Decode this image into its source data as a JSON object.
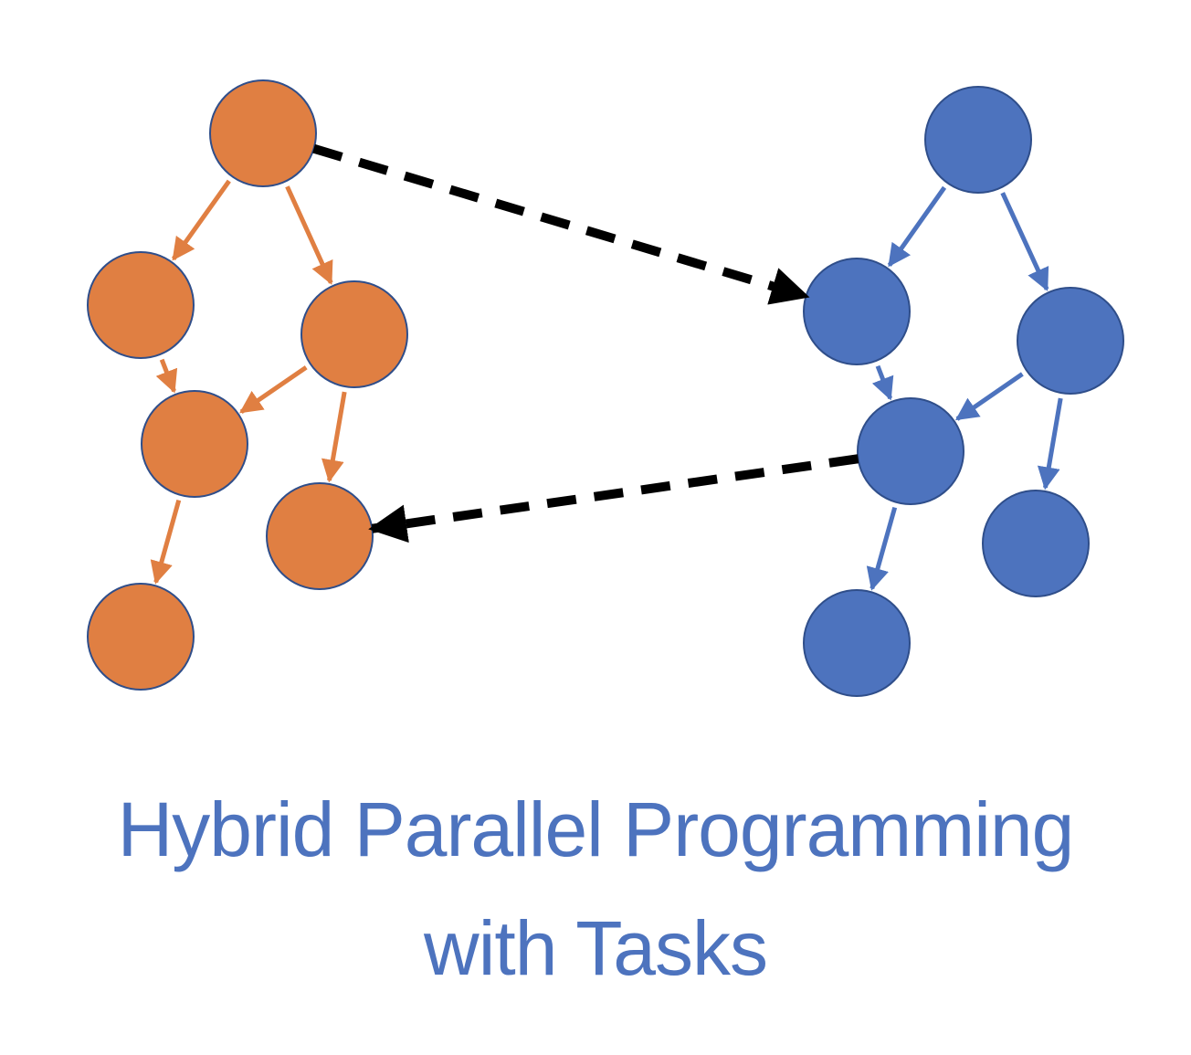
{
  "colors": {
    "orange_node": "#E07F42",
    "orange_edge": "#E07F42",
    "blue_node": "#4D73BE",
    "blue_edge": "#4D73BE",
    "node_stroke": "#2F4E8A",
    "dependency": "#000000",
    "title": "#4D73BE"
  },
  "title": {
    "line1": "Hybrid Parallel Programming",
    "line2": "with Tasks"
  },
  "graphs": [
    {
      "name": "orange-task-graph",
      "color_key": "orange",
      "nodes": [
        "root",
        "mid-left",
        "mid-right",
        "center",
        "lower-right",
        "bottom"
      ],
      "edges": [
        [
          "root",
          "mid-left"
        ],
        [
          "root",
          "mid-right"
        ],
        [
          "mid-left",
          "center"
        ],
        [
          "mid-right",
          "center"
        ],
        [
          "mid-right",
          "lower-right"
        ],
        [
          "center",
          "bottom"
        ]
      ]
    },
    {
      "name": "blue-task-graph",
      "color_key": "blue",
      "nodes": [
        "root",
        "mid-left",
        "mid-right",
        "center",
        "lower-right",
        "bottom"
      ],
      "edges": [
        [
          "root",
          "mid-left"
        ],
        [
          "root",
          "mid-right"
        ],
        [
          "mid-left",
          "center"
        ],
        [
          "mid-right",
          "center"
        ],
        [
          "mid-right",
          "lower-right"
        ],
        [
          "center",
          "bottom"
        ]
      ]
    }
  ],
  "cross_dependencies": [
    {
      "from": "orange-task-graph.root",
      "to": "blue-task-graph.mid-left",
      "style": "dashed"
    },
    {
      "from": "blue-task-graph.center",
      "to": "orange-task-graph.lower-right",
      "style": "dashed"
    }
  ]
}
